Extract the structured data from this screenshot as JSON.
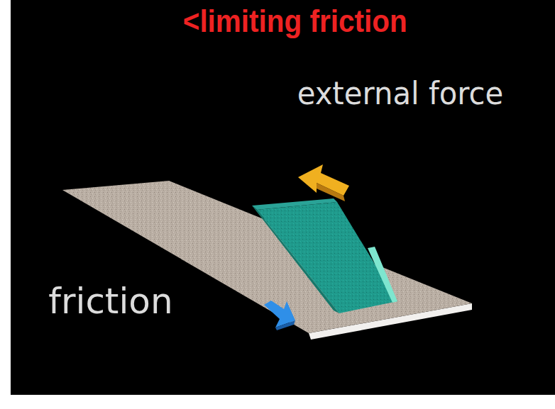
{
  "diagram": {
    "labels": [
      "<limiting friction",
      "external force",
      "friction"
    ]
  }
}
